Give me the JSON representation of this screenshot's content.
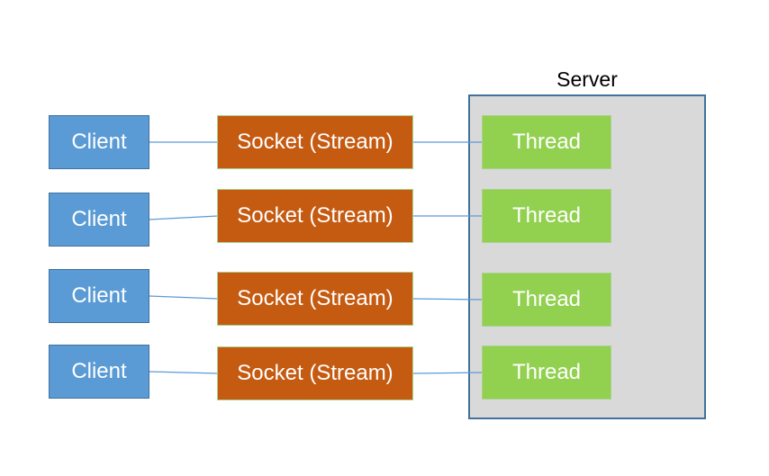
{
  "diagram": {
    "server_label": "Server",
    "rows": [
      {
        "client": "Client",
        "socket": "Socket (Stream)",
        "thread": "Thread"
      },
      {
        "client": "Client",
        "socket": "Socket (Stream)",
        "thread": "Thread"
      },
      {
        "client": "Client",
        "socket": "Socket (Stream)",
        "thread": "Thread"
      },
      {
        "client": "Client",
        "socket": "Socket (Stream)",
        "thread": "Thread"
      }
    ],
    "colors": {
      "client_fill": "#5B9BD5",
      "client_border": "#41719C",
      "socket_fill": "#C55A11",
      "socket_border": "#A9D18E",
      "thread_fill": "#92D050",
      "thread_border": "#A9D18E",
      "server_fill": "#D9D9D9",
      "server_border": "#41719C",
      "connector": "#5B9BD5"
    }
  }
}
